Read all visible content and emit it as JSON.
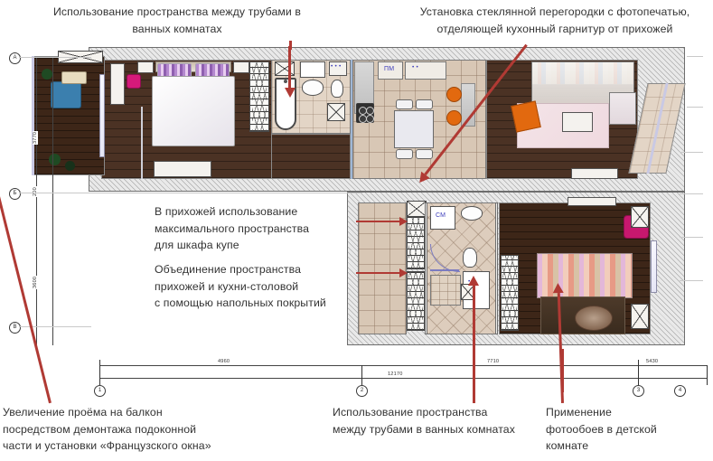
{
  "document": {
    "type": "apartment-floor-plan",
    "language": "ru",
    "background_color": "#ffffff",
    "arrow_color": "#b03a34"
  },
  "annotations": {
    "top_left": {
      "id": "note-bathroom-pipes-top",
      "text": "Использование пространства между трубами в\nванных комнатах"
    },
    "top_right": {
      "id": "note-glass-partition",
      "text": "Установка стеклянной перегородки с фотопечатью,\nотделяющей кухонный гарнитур от прихожей"
    },
    "mid_left_1": {
      "id": "note-hallway-wardrobe",
      "text": "В прихожей использование\nмаксимального пространства\nдля шкафа купе"
    },
    "mid_left_2": {
      "id": "note-hallway-kitchen-merge",
      "text": "Объединение пространства\nприхожей и кухни-столовой\nс помощью напольных покрытий"
    },
    "bottom_left": {
      "id": "note-french-window",
      "text": "Увеличение проёма на балкон\nпосредством демонтажа подоконной\nчасти и установки «Французского окна»"
    },
    "bottom_center": {
      "id": "note-bathroom-pipes-bottom",
      "text": "Использование пространства\nмежду трубами в ванных комнатах"
    },
    "bottom_right": {
      "id": "note-photo-wallpaper",
      "text": "Применение\nфотообоев в детской\nкомнате"
    }
  },
  "plan_labels": {
    "dishwasher": "ПМ",
    "washing_machine": "СМ"
  },
  "grid": {
    "vertical_marks": [
      "А",
      "Б",
      "В"
    ],
    "horizontal_marks": [
      "1",
      "2",
      "3",
      "4"
    ]
  },
  "dimensions": {
    "vertical": [
      "3770",
      "200",
      "3600"
    ],
    "horizontal_upper": [
      "4960",
      "7710",
      "5430"
    ],
    "horizontal_total": [
      "12170"
    ]
  },
  "rooms": [
    {
      "name": "balcony-left",
      "flooring": "wood-dark"
    },
    {
      "name": "bedroom-master",
      "flooring": "wood"
    },
    {
      "name": "bathroom-main",
      "flooring": "tile"
    },
    {
      "name": "kitchen-dining",
      "flooring": "tile"
    },
    {
      "name": "living-room",
      "flooring": "wood"
    },
    {
      "name": "balcony-right",
      "flooring": "tile"
    },
    {
      "name": "hallway",
      "flooring": "tile"
    },
    {
      "name": "bathroom-second",
      "flooring": "tile-diagonal"
    },
    {
      "name": "childrens-room",
      "flooring": "wood-dark"
    }
  ]
}
